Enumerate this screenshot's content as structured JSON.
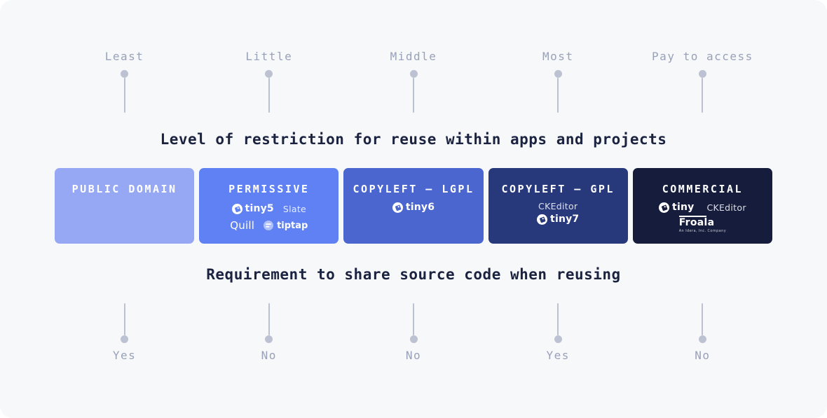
{
  "restriction_scale": {
    "title": "Level of restriction for reuse within apps and projects",
    "labels": [
      "Least",
      "Little",
      "Middle",
      "Most",
      "Pay to access"
    ]
  },
  "share_scale": {
    "title": "Requirement to share source code when reusing",
    "labels": [
      "Yes",
      "No",
      "No",
      "Yes",
      "No"
    ]
  },
  "cards": [
    {
      "title": "PUBLIC DOMAIN",
      "color": "#96A7F4"
    },
    {
      "title": "PERMISSIVE",
      "color": "#5F81F4",
      "logos": {
        "tiny5": "tiny5",
        "slate": "Slate",
        "quill": "Quill",
        "tiptap": "tiptap"
      }
    },
    {
      "title": "COPYLEFT – LGPL",
      "color": "#4C66CF",
      "logos": {
        "tiny6": "tiny6"
      }
    },
    {
      "title": "COPYLEFT – GPL",
      "color": "#27397B",
      "logos": {
        "ckeditor": "CKEditor",
        "tiny7": "tiny7"
      }
    },
    {
      "title": "COMMERCIAL",
      "color": "#151C3C",
      "logos": {
        "tiny": "tiny",
        "ckeditor": "CKEditor",
        "froala": "Froala",
        "froala_caption": "An Idera, Inc. Company"
      }
    }
  ],
  "colors": {
    "canvas_background": "#F7F8FA",
    "pin": "#BDC2D2",
    "scale_label_text": "#99A1B8",
    "heading_text": "#1B2340"
  }
}
